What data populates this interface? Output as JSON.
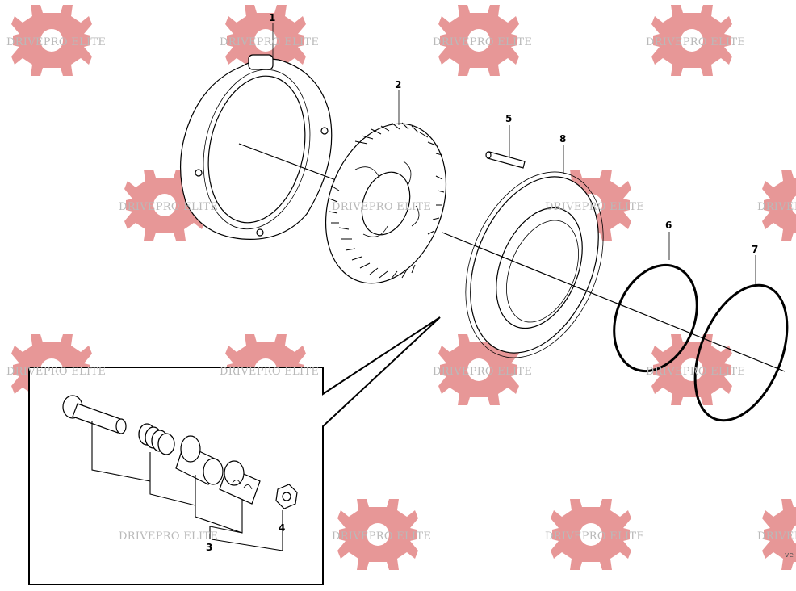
{
  "watermark": {
    "text": "DRIVEPRO ELITE",
    "color": "#e38585"
  },
  "callouts": {
    "c1": "1",
    "c2": "2",
    "c3": "3",
    "c4": "4",
    "c5": "5",
    "c6": "6",
    "c7": "7",
    "c8": "8"
  },
  "corner_mark": "ve"
}
